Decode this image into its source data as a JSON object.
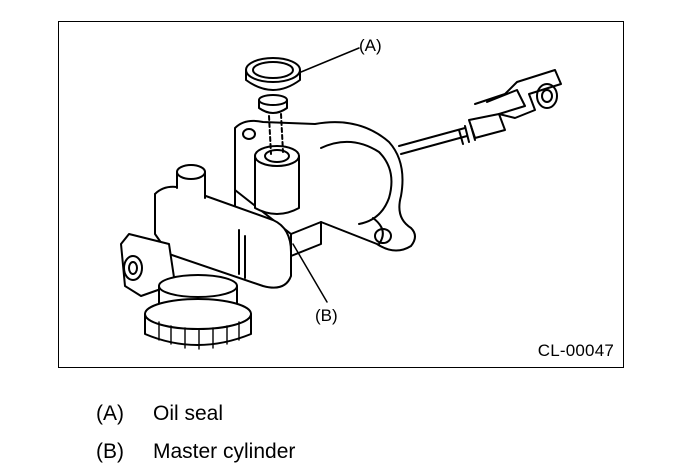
{
  "figure": {
    "code": "CL-00047",
    "callouts": [
      {
        "key": "(A)"
      },
      {
        "key": "(B)"
      }
    ]
  },
  "legend": [
    {
      "key": "(A)",
      "text": "Oil seal"
    },
    {
      "key": "(B)",
      "text": "Master cylinder"
    }
  ]
}
